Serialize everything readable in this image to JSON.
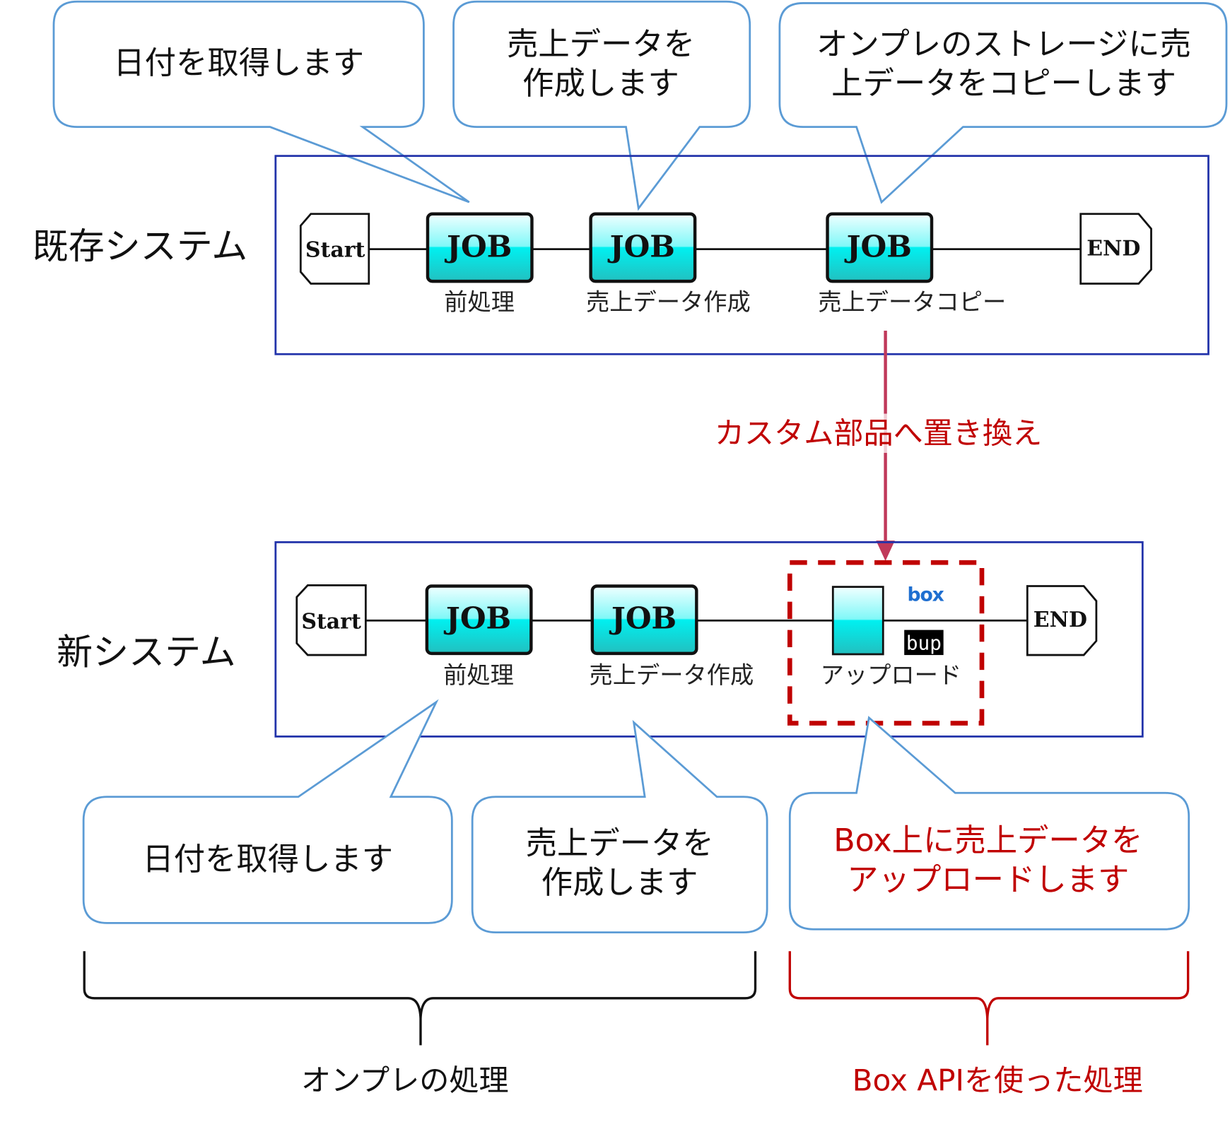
{
  "colors": {
    "balloon_stroke": "#5b9bd5",
    "frame_stroke": "#2233aa",
    "job_fill_top": "#e6ffff",
    "job_fill_mid": "#00f0f0",
    "job_fill_bottom": "#22c8c8",
    "accent_red": "#c00000",
    "arrow": "#c0395a",
    "box_blue": "#1f6fd0"
  },
  "top_balloons": [
    {
      "lines": [
        "日付を取得します"
      ]
    },
    {
      "lines": [
        "売上データを",
        "作成します"
      ]
    },
    {
      "lines": [
        "オンプレのストレージに売",
        "上データをコピーします"
      ]
    }
  ],
  "existing_system": {
    "label": "既存システム",
    "start_label": "Start",
    "end_label": "END",
    "jobs": [
      {
        "icon_text": "JOB",
        "caption": "前処理"
      },
      {
        "icon_text": "JOB",
        "caption": "売上データ作成"
      },
      {
        "icon_text": "JOB",
        "caption": "売上データコピー"
      }
    ]
  },
  "replace_note": "カスタム部品へ置き換え",
  "new_system": {
    "label": "新システム",
    "start_label": "Start",
    "end_label": "END",
    "jobs": [
      {
        "icon_text": "JOB",
        "caption": "前処理"
      },
      {
        "icon_text": "JOB",
        "caption": "売上データ作成"
      }
    ],
    "custom_part": {
      "caption": "アップロード",
      "box_logo": "box",
      "bup_badge": "bup"
    }
  },
  "bottom_balloons": [
    {
      "lines": [
        "日付を取得します"
      ],
      "highlight": false
    },
    {
      "lines": [
        "売上データを",
        "作成します"
      ],
      "highlight": false
    },
    {
      "lines": [
        "Box上に売上データを",
        "アップロードします"
      ],
      "highlight": true
    }
  ],
  "groups": {
    "onprem_label": "オンプレの処理",
    "boxapi_label": "Box APIを使った処理"
  }
}
